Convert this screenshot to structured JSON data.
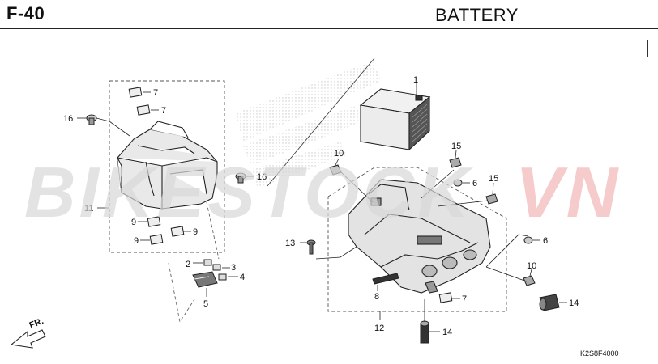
{
  "header": {
    "page_code": "F-40",
    "title": "BATTERY"
  },
  "watermark": {
    "part1": "BIKESTOCK",
    "part2": "VN",
    "color1": "#d7d7d7",
    "color2": "#f2b9b9"
  },
  "parts": {
    "p1": "1",
    "p2": "2",
    "p3": "3",
    "p4": "4",
    "p5": "5",
    "p6a": "6",
    "p6b": "6",
    "p7a": "7",
    "p7b": "7",
    "p7c": "7",
    "p8": "8",
    "p9a": "9",
    "p9b": "9",
    "p9c": "9",
    "p10a": "10",
    "p10b": "10",
    "p11": "11",
    "p12": "12",
    "p13": "13",
    "p14a": "14",
    "p14b": "14",
    "p15a": "15",
    "p15b": "15",
    "p16a": "16",
    "p16b": "16"
  },
  "front_label": "FR.",
  "ref_code": "K2S8F4000"
}
